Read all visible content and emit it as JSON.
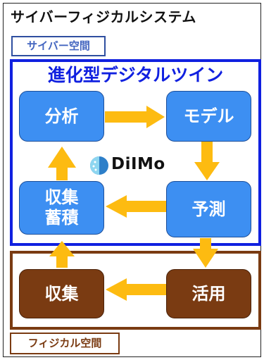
{
  "title": "サイバーフィジカルシステム",
  "cyber_space_label": "サイバー空間",
  "digital_twin_title": "進化型デジタルツイン",
  "logo_text": "DiIMo",
  "boxes": {
    "analysis": "分析",
    "model": "モデル",
    "collect_accumulate": "収集\n蓄積",
    "predict": "予測",
    "collect": "収集",
    "utilize": "活用"
  },
  "physical_space_label": "フィジカル空間",
  "colors": {
    "arrow": "#fdbb11",
    "cyber_box": "#3d8ff2",
    "physical_box": "#7a3b12",
    "twin_frame": "#1020e0"
  }
}
